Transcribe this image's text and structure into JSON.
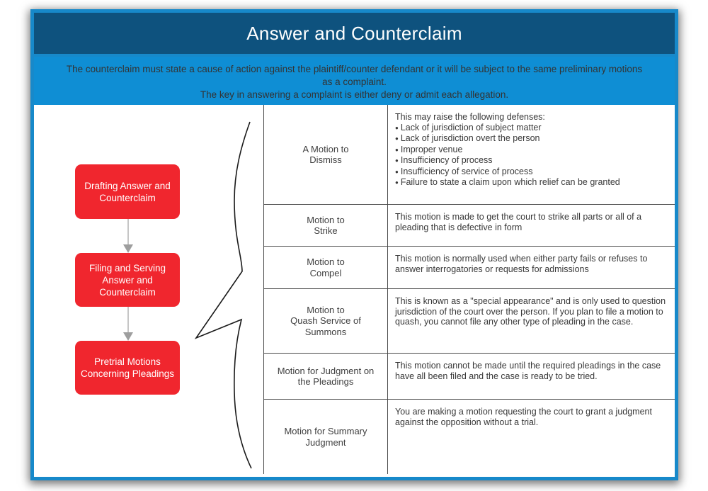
{
  "header": {
    "title": "Answer and Counterclaim"
  },
  "subtitle": {
    "line1": "The counterclaim must state a cause of action against the plaintiff/counter defendant or it will be subject to the same preliminary motions as a complaint.",
    "line2": "The key in answering a complaint is either deny or admit each allegation."
  },
  "flowchart": {
    "steps": [
      {
        "label": "Drafting Answer and\nCounterclaim"
      },
      {
        "label": "Filing and Serving\nAnswer and\nCounterclaim"
      },
      {
        "label": "Pretrial Motions\nConcerning Pleadings"
      }
    ]
  },
  "table": {
    "rows": [
      {
        "motion": "A Motion to\nDismiss",
        "intro": "This may raise the following defenses:",
        "defenses": [
          "Lack of jurisdiction of subject matter",
          "Lack of jurisdiction overt the person",
          "Improper venue",
          "Insufficiency of process",
          "Insufficiency of service of process",
          "Failure to state a claim upon which relief can be granted"
        ]
      },
      {
        "motion": "Motion to\nStrike",
        "description": "This motion is made to get the court to strike all parts or all of a pleading that is defective in form"
      },
      {
        "motion": "Motion to\nCompel",
        "description": "This motion is normally used when either party fails or refuses to answer interrogatories or requests for admissions"
      },
      {
        "motion": "Motion to\nQuash Service of\nSummons",
        "description": "This is known as a \"special appearance\" and is only used to question jurisdiction of the court over the person.  If you plan to file a motion to quash, you cannot file any other type of pleading in the case."
      },
      {
        "motion": "Motion for Judgment on\nthe Pleadings",
        "description": "This motion cannot be made until the required pleadings in the case have all been filed and the case is ready to be tried."
      },
      {
        "motion": "Motion for Summary\nJudgment",
        "description": "You are making a motion requesting the court to grant a judgment against the opposition without a trial."
      }
    ]
  },
  "colors": {
    "panel_border": "#1789ca",
    "header_bg": "#0e527e",
    "band_bg": "#0f8ed4",
    "node_red": "#f0262e",
    "table_line": "#4a4a4a",
    "arrow_gray": "#9e9e9e"
  }
}
